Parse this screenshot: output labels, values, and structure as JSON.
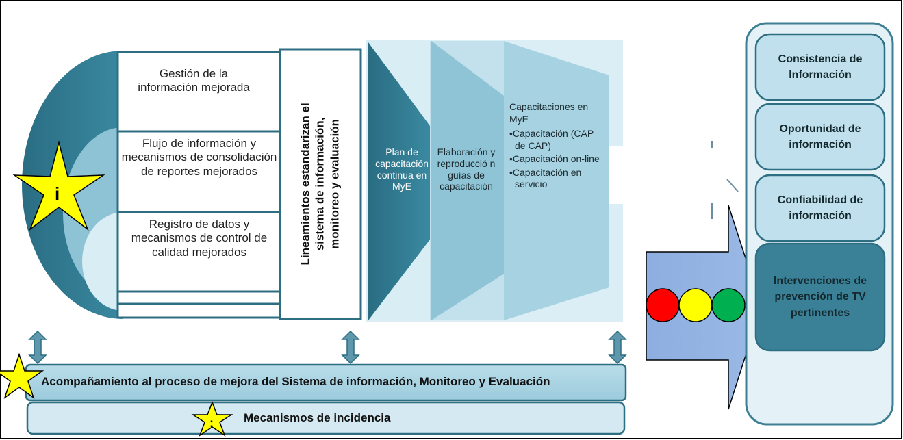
{
  "left_boxes": [
    "Gestión de la información mejorada",
    "Flujo de información y mecanismos de consolidación de reportes mejorados",
    "Registro de datos y mecanismos de control de calidad mejorados"
  ],
  "vertical_label": {
    "line1": "Lineamientos estandarizan el",
    "line2": "sistema de información,",
    "line3": "monitoreo y evaluación"
  },
  "stages": {
    "plan": "Plan de capacitación continua en MyE",
    "elaboracion": "Elaboración y reproducció n guías de capacitación",
    "capacitaciones_heading": "Capacitaciones en MyE",
    "capacitaciones_bullets": [
      "•Capacitación (CAP de CAP)",
      "•Capacitación on-line",
      "•Capacitación en servicio"
    ]
  },
  "right_boxes": [
    "Consistencia de Información",
    "Oportunidad de información",
    "Confiabilidad de información",
    "Intervenciones de prevención de TV pertinentes"
  ],
  "bottom_bars": {
    "acompanamiento": "Acompañamiento al proceso de mejora del Sistema de información, Monitoreo y Evaluación",
    "incidencia": "Mecanismos de incidencia"
  },
  "star_labels": {
    "large": "i",
    "small_bottom": ":"
  },
  "colors": {
    "dark_teal": "#2e7186",
    "mid_teal": "#4a9bb2",
    "light_teal": "#a9d3e1",
    "pale_teal": "#d7ecf3",
    "arrow_blue": "#8fb0e0",
    "star_yellow": "#ffff00",
    "light_red": "#ff0000",
    "light_yellow": "#ffff00",
    "light_green": "#00b050"
  }
}
